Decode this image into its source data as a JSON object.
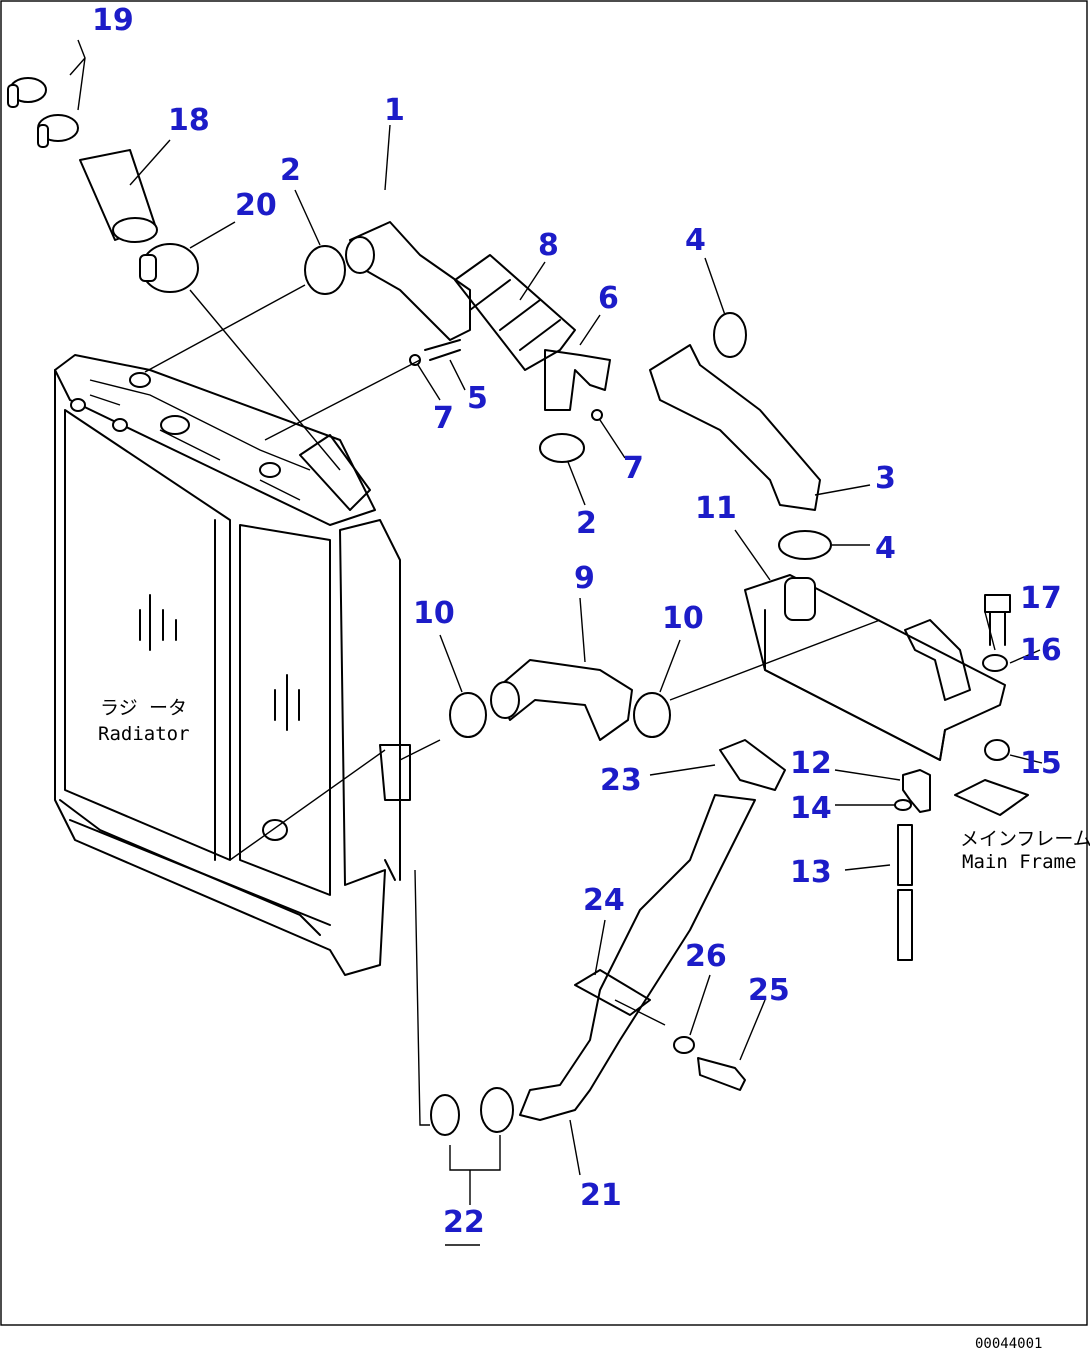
{
  "callouts": [
    {
      "id": "c19",
      "text": "19"
    },
    {
      "id": "c18",
      "text": "18"
    },
    {
      "id": "c1",
      "text": "1"
    },
    {
      "id": "c2a",
      "text": "2"
    },
    {
      "id": "c20",
      "text": "20"
    },
    {
      "id": "c8",
      "text": "8"
    },
    {
      "id": "c4a",
      "text": "4"
    },
    {
      "id": "c6",
      "text": "6"
    },
    {
      "id": "c5",
      "text": "5"
    },
    {
      "id": "c7a",
      "text": "7"
    },
    {
      "id": "c7b",
      "text": "7"
    },
    {
      "id": "c3",
      "text": "3"
    },
    {
      "id": "c2b",
      "text": "2"
    },
    {
      "id": "c11",
      "text": "11"
    },
    {
      "id": "c4b",
      "text": "4"
    },
    {
      "id": "c9",
      "text": "9"
    },
    {
      "id": "c10a",
      "text": "10"
    },
    {
      "id": "c10b",
      "text": "10"
    },
    {
      "id": "c17",
      "text": "17"
    },
    {
      "id": "c16",
      "text": "16"
    },
    {
      "id": "c15",
      "text": "15"
    },
    {
      "id": "c12",
      "text": "12"
    },
    {
      "id": "c23",
      "text": "23"
    },
    {
      "id": "c14",
      "text": "14"
    },
    {
      "id": "c13",
      "text": "13"
    },
    {
      "id": "c24",
      "text": "24"
    },
    {
      "id": "c26",
      "text": "26"
    },
    {
      "id": "c25",
      "text": "25"
    },
    {
      "id": "c21",
      "text": "21"
    },
    {
      "id": "c22",
      "text": "22"
    }
  ],
  "labels": {
    "radiator_jp": "ラジ ータ",
    "radiator_en": "Radiator",
    "frame_jp": "メインフレーム",
    "frame_en": "Main Frame"
  },
  "figure_code": "00044001",
  "colors": {
    "callout": "#1c1cc8",
    "line": "#000000"
  }
}
